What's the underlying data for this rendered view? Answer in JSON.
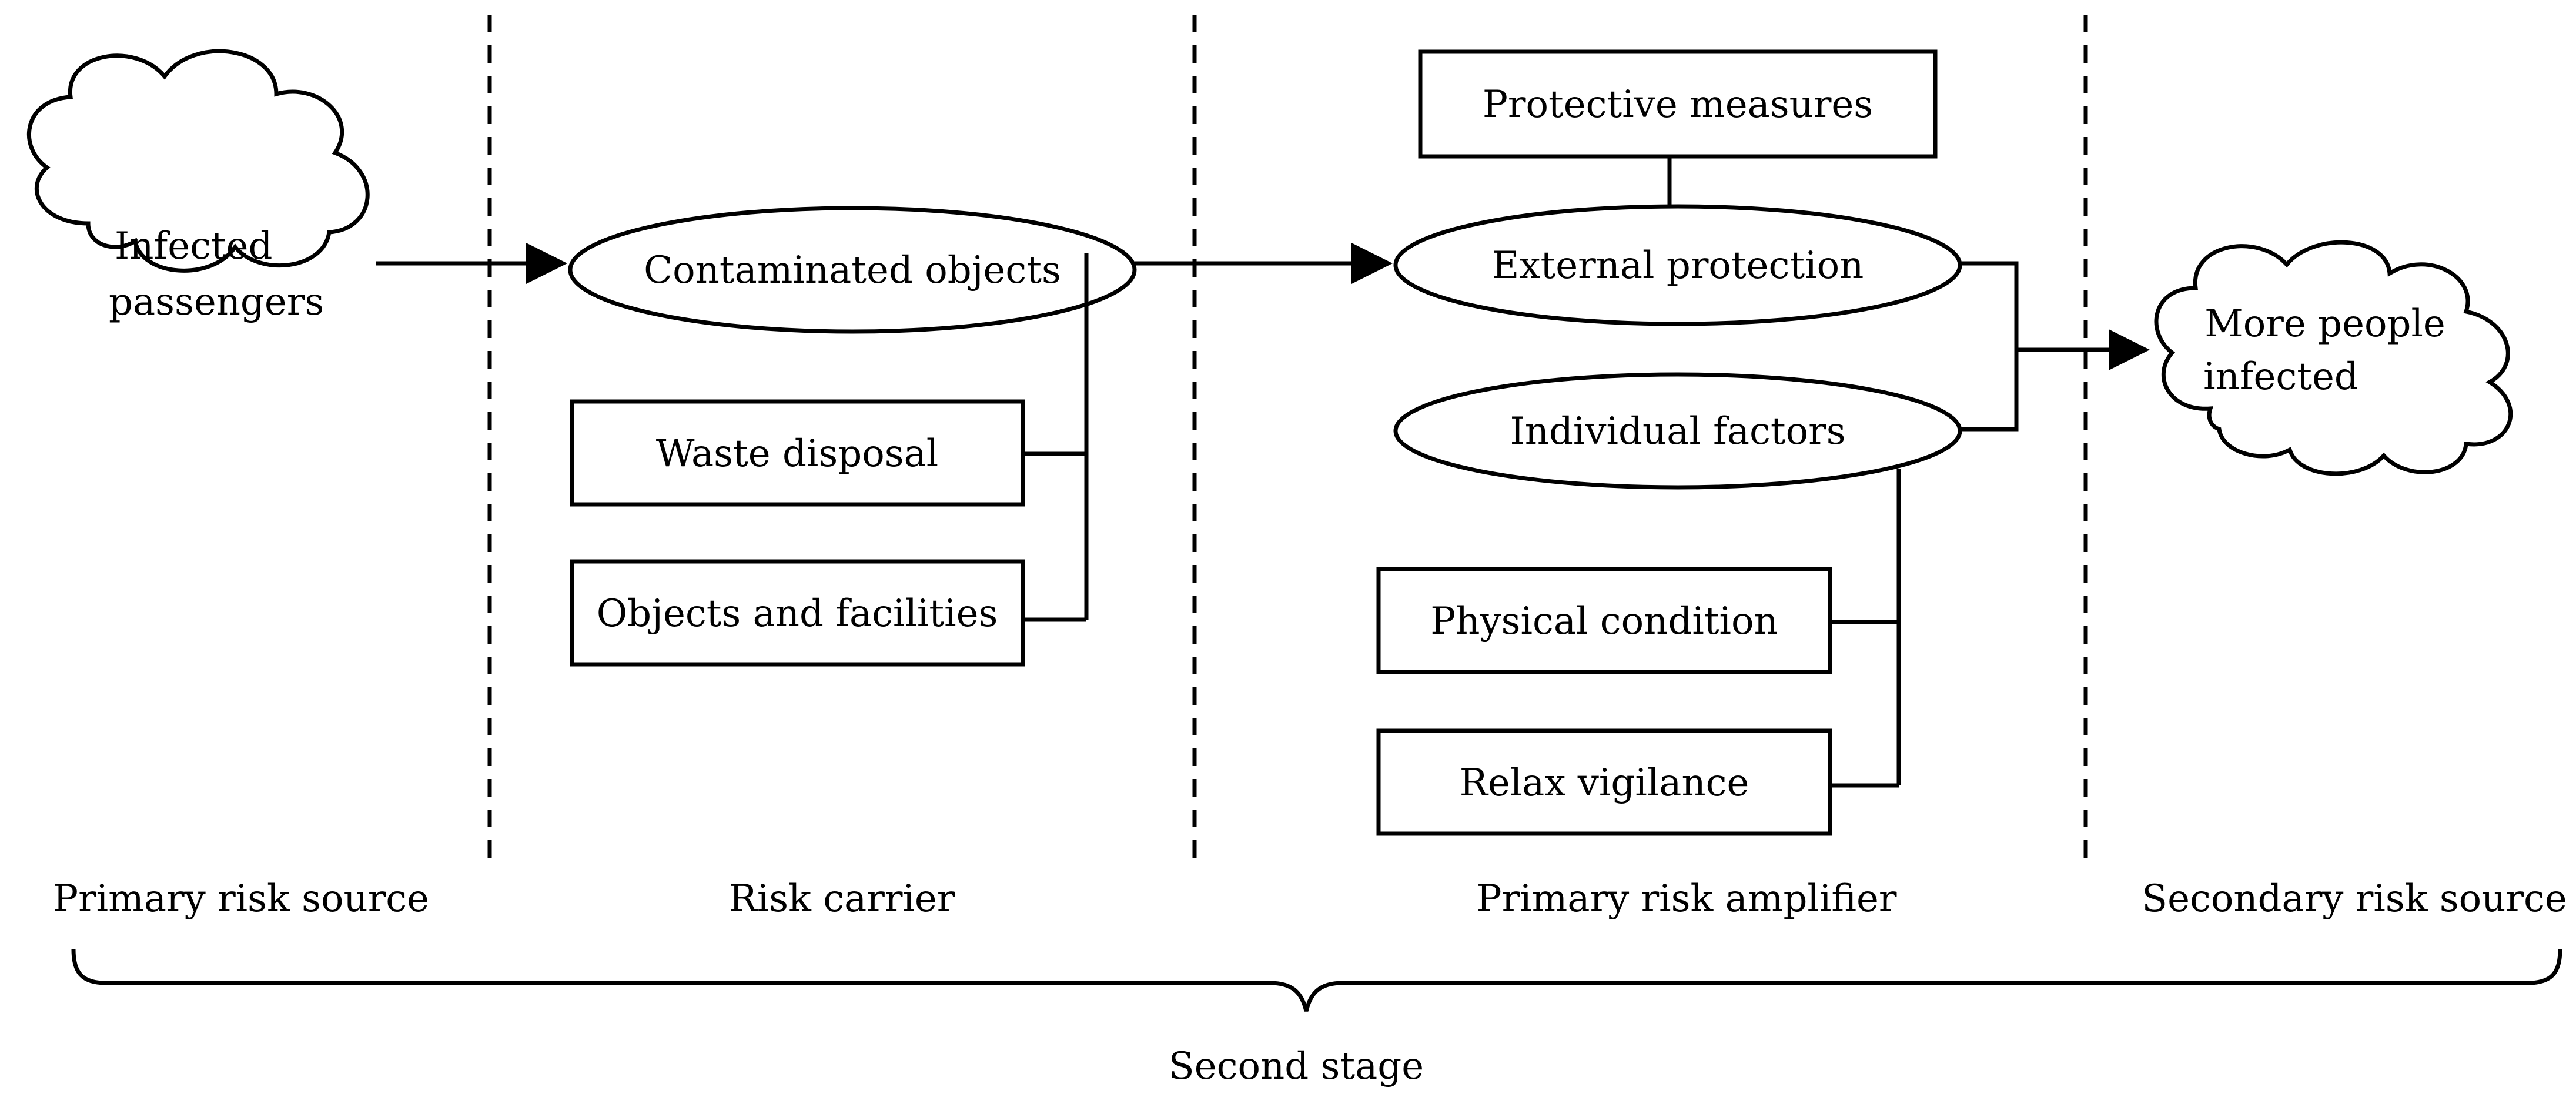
{
  "nodes": {
    "infected_passengers": {
      "line1": "Infected",
      "line2": "passengers"
    },
    "contaminated_objects": "Contaminated objects",
    "waste_disposal": "Waste disposal",
    "objects_facilities": "Objects and facilities",
    "protective_measures": "Protective measures",
    "external_protection": "External protection",
    "individual_factors": "Individual factors",
    "physical_condition": "Physical condition",
    "relax_vigilance": "Relax vigilance",
    "more_people_infected": {
      "line1": "More people",
      "line2": "infected"
    }
  },
  "sections": {
    "primary_source": "Primary risk source",
    "risk_carrier": "Risk carrier",
    "primary_amplifier": "Primary risk amplifier",
    "secondary_source": "Secondary risk source"
  },
  "stage_label": "Second stage"
}
